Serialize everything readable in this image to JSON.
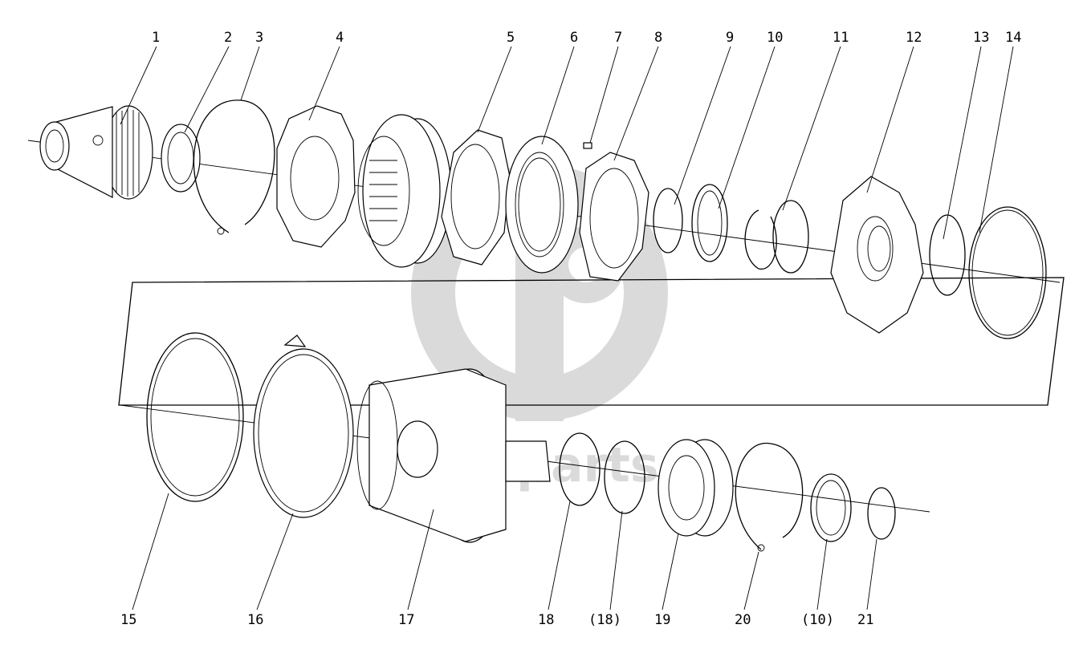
{
  "watermark": {
    "text": "autoparts",
    "color": "#d4d4d4"
  },
  "labels": {
    "top": [
      "1",
      "2",
      "3",
      "4",
      "5",
      "6",
      "7",
      "8",
      "9",
      "10",
      "11",
      "12",
      "13",
      "14"
    ],
    "bottom": [
      "15",
      "16",
      "17",
      "18",
      "(18)",
      "19",
      "20",
      "(10)",
      "21"
    ]
  }
}
